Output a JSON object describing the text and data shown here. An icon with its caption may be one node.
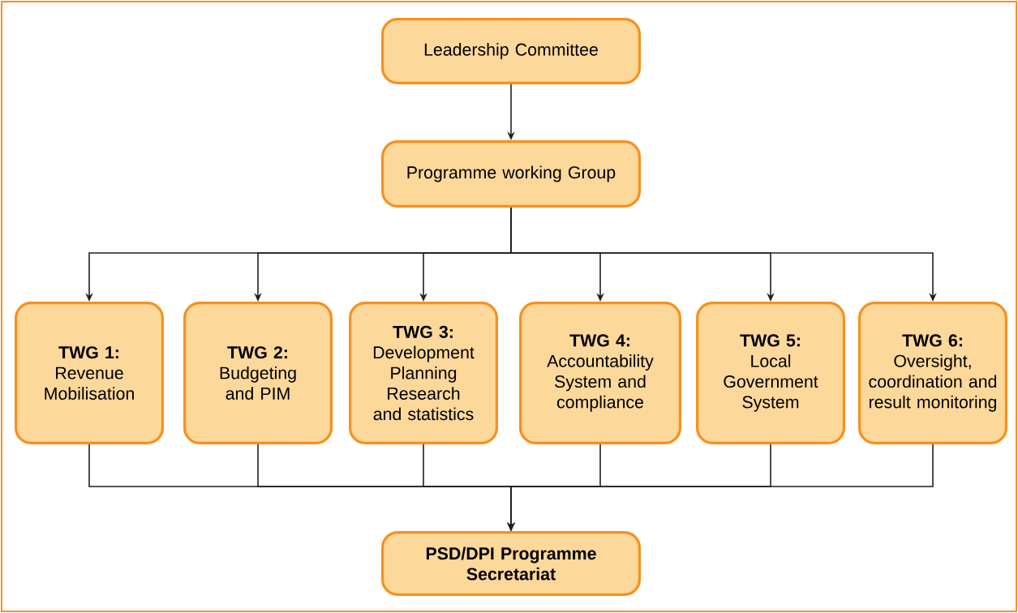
{
  "diagram": {
    "nodes": [
      {
        "text": [
          "Leadership Committee"
        ]
      },
      {
        "text": [
          "Programme working Group"
        ]
      },
      {
        "text": [
          "TWG 1:",
          "Revenue Mobilisation"
        ]
      },
      {
        "text": [
          "TWG 2:",
          "Budgeting and PIM"
        ]
      },
      {
        "text": [
          "TWG 3:",
          "Development Planning Research and statistics"
        ]
      },
      {
        "text": [
          "TWG 4:",
          "Accountability System and compliance"
        ]
      },
      {
        "text": [
          "TWG 5:",
          "Local Government System"
        ]
      },
      {
        "text": [
          "TWG 6:",
          "Oversight, coordination and result monitoring"
        ]
      },
      {
        "text": [
          "PSD/DPI Programme Secretariat"
        ]
      }
    ],
    "edges": [
      {
        "from": 0,
        "to": 1,
        "arrow": "to"
      },
      {
        "from": 1,
        "to": 2,
        "arrow": "to"
      },
      {
        "from": 1,
        "to": 3,
        "arrow": "to"
      },
      {
        "from": 1,
        "to": 4,
        "arrow": "to"
      },
      {
        "from": 1,
        "to": 5,
        "arrow": "to"
      },
      {
        "from": 1,
        "to": 6,
        "arrow": "to"
      },
      {
        "from": 1,
        "to": 7,
        "arrow": "to"
      },
      {
        "from": 2,
        "to": 8,
        "arrow": "to"
      },
      {
        "from": 3,
        "to": 8,
        "arrow": "to"
      },
      {
        "from": 4,
        "to": 8,
        "arrow": "to"
      },
      {
        "from": 5,
        "to": 8,
        "arrow": "to"
      },
      {
        "from": 6,
        "to": 8,
        "arrow": "to"
      },
      {
        "from": 7,
        "to": 8,
        "arrow": "to"
      }
    ]
  }
}
